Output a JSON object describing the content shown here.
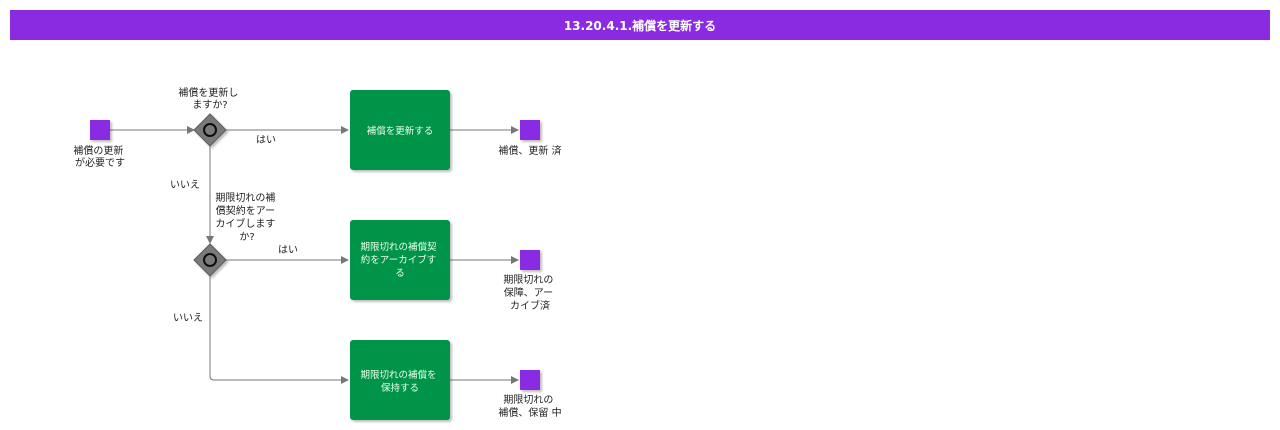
{
  "title": "13.20.4.1.補償を更新する",
  "colors": {
    "header": "#8a2be2",
    "task": "#00944a",
    "event": "#8a2be2",
    "gateway": "#777777",
    "line": "#777777"
  },
  "start_event": {
    "label_lines": [
      "補償の更新",
      "が必要です"
    ]
  },
  "gateway1": {
    "question_lines": [
      "補償を更新し",
      "ますか?"
    ],
    "yes": "はい",
    "no": "いいえ"
  },
  "gateway2": {
    "question_lines": [
      "期限切れの補",
      "償契約をアー",
      "カイブします",
      "か?"
    ],
    "yes": "はい",
    "no": "いいえ"
  },
  "tasks": [
    {
      "label_lines": [
        "補償を更新する"
      ]
    },
    {
      "label_lines": [
        "期限切れの補償契",
        "約をアーカイブす",
        "る"
      ]
    },
    {
      "label_lines": [
        "期限切れの補償を",
        "保持する"
      ]
    }
  ],
  "end_events": [
    {
      "label_lines": [
        "補償、更新 済"
      ]
    },
    {
      "label_lines": [
        "期限切れの",
        "保障、アー",
        "カイブ済"
      ]
    },
    {
      "label_lines": [
        "期限切れの",
        "補償、保留 中"
      ]
    }
  ]
}
